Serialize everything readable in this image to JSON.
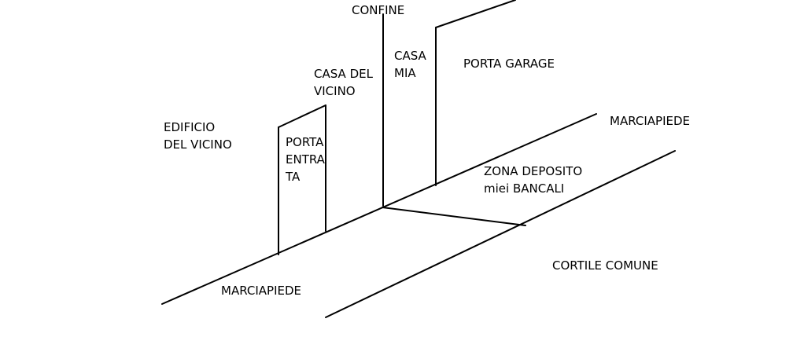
{
  "canvas": {
    "background": "#ffffff",
    "stroke_color": "#000000"
  },
  "labels": {
    "confine": "CONFINE",
    "casa_mia": [
      "CASA",
      "MIA"
    ],
    "porta_garage": "PORTA GARAGE",
    "casa_del_vicino": [
      "CASA DEL",
      "VICINO"
    ],
    "edificio_del_vicino": [
      "EDIFICIO",
      "DEL VICINO"
    ],
    "porta_entrata": [
      "PORTA",
      "ENTRA",
      "TA"
    ],
    "marciapiede_right": "MARCIAPIEDE",
    "zona_deposito": [
      "ZONA DEPOSITO",
      "miei BANCALI"
    ],
    "cortile_comune": "CORTILE COMUNE",
    "marciapiede_bottom": "MARCIAPIEDE"
  }
}
